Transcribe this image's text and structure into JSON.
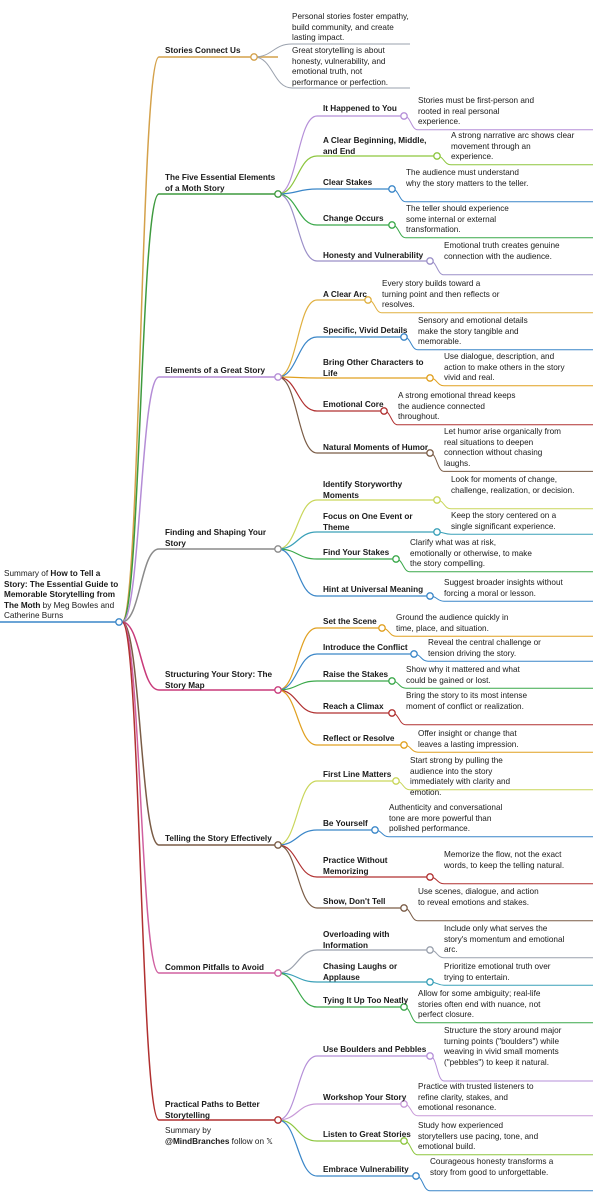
{
  "root": {
    "prefix": "Summary of ",
    "title": "How to Tell a Story: The Essential Guide to Memorable Storytelling from The Moth",
    "by": " by Meg Bowles and Catherine Burns"
  },
  "credit": {
    "prefix": "Summary by",
    "handle": "@MindBranches",
    "follow": " follow on 𝕏"
  },
  "branches": [
    {
      "label": "Stories Connect Us",
      "color": "#d4a14a",
      "notes": [
        {
          "text": "Personal stories foster empathy, build community, and create lasting impact.",
          "color": "#9aa1ad"
        },
        {
          "text": "Great storytelling is about honesty, vulnerability, and emotional truth, not performance or perfection.",
          "color": "#9aa1ad"
        }
      ]
    },
    {
      "label": "The Five Essential Elements of a Moth Story",
      "color": "#3e9a3e",
      "items": [
        {
          "label": "It Happened to You",
          "note": "Stories must be first-person and rooted in real personal experience.",
          "color": "#b58fd8"
        },
        {
          "label": "A Clear Beginning, Middle, and End",
          "note": "A strong narrative arc shows clear movement through an experience.",
          "color": "#8dc63f"
        },
        {
          "label": "Clear Stakes",
          "note": "The audience must understand why the story matters to the teller.",
          "color": "#3a86c8"
        },
        {
          "label": "Change Occurs",
          "note": "The teller should experience some internal or external transformation.",
          "color": "#3aa84a"
        },
        {
          "label": "Honesty and Vulnerability",
          "note": "Emotional truth creates genuine connection with the audience.",
          "color": "#9b8fc8"
        }
      ]
    },
    {
      "label": "Elements of a Great Story",
      "color": "#b48cd6",
      "items": [
        {
          "label": "A Clear Arc",
          "note": "Every story builds toward a turning point and then reflects or resolves.",
          "color": "#e0b040"
        },
        {
          "label": "Specific, Vivid Details",
          "note": "Sensory and emotional details make the story tangible and memorable.",
          "color": "#3a86c8"
        },
        {
          "label": "Bring Other Characters to Life",
          "note": "Use dialogue, description, and action to make others in the story vivid and real.",
          "color": "#e0a020"
        },
        {
          "label": "Emotional Core",
          "note": "A strong emotional thread keeps the audience connected throughout.",
          "color": "#b03030"
        },
        {
          "label": "Natural Moments of Humor",
          "note": "Let humor arise organically from real situations to deepen connection without chasing laughs.",
          "color": "#7a5c46"
        }
      ]
    },
    {
      "label": "Finding and Shaping Your Story",
      "color": "#8a8a8a",
      "items": [
        {
          "label": "Identify Storyworthy Moments",
          "note": "Look for moments of change, challenge, realization, or decision.",
          "color": "#c9d65a"
        },
        {
          "label": "Focus on One Event or Theme",
          "note": "Keep the story centered on a single significant experience.",
          "color": "#3aa0b8"
        },
        {
          "label": "Find Your Stakes",
          "note": "Clarify what was at risk, emotionally or otherwise, to make the story compelling.",
          "color": "#3aa84a"
        },
        {
          "label": "Hint at Universal Meaning",
          "note": "Suggest broader insights without forcing a moral or lesson.",
          "color": "#3a86c8"
        }
      ]
    },
    {
      "label": "Structuring Your Story: The Story Map",
      "color": "#c83a7a",
      "items": [
        {
          "label": "Set the Scene",
          "note": "Ground the audience quickly in time, place, and situation.",
          "color": "#e0a020"
        },
        {
          "label": "Introduce the Conflict",
          "note": "Reveal the central challenge or tension driving the story.",
          "color": "#3a86c8"
        },
        {
          "label": "Raise the Stakes",
          "note": "Show why it mattered and what could be gained or lost.",
          "color": "#3aa84a"
        },
        {
          "label": "Reach a Climax",
          "note": "Bring the story to its most intense moment of conflict or realization.",
          "color": "#b03030"
        },
        {
          "label": "Reflect or Resolve",
          "note": "Offer insight or change that leaves a lasting impression.",
          "color": "#e0a020"
        }
      ]
    },
    {
      "label": "Telling the Story Effectively",
      "color": "#7a5c46",
      "items": [
        {
          "label": "First Line Matters",
          "note": "Start strong by pulling the audience into the story immediately with clarity and emotion.",
          "color": "#c9d65a"
        },
        {
          "label": "Be Yourself",
          "note": "Authenticity and conversational tone are more powerful than polished performance.",
          "color": "#3a86c8"
        },
        {
          "label": "Practice Without Memorizing",
          "note": "Memorize the flow, not the exact words, to keep the telling natural.",
          "color": "#b03030"
        },
        {
          "label": "Show, Don't Tell",
          "note": "Use scenes, dialogue, and action to reveal emotions and stakes.",
          "color": "#7a5c46"
        }
      ]
    },
    {
      "label": "Common Pitfalls to Avoid",
      "color": "#d060a0",
      "items": [
        {
          "label": "Overloading with Information",
          "note": "Include only what serves the story's momentum and emotional arc.",
          "color": "#9aa1ad"
        },
        {
          "label": "Chasing Laughs or Applause",
          "note": "Prioritize emotional truth over trying to entertain.",
          "color": "#3aa0b8"
        },
        {
          "label": "Tying It Up Too Neatly",
          "note": "Allow for some ambiguity; real-life stories often end with nuance, not perfect closure.",
          "color": "#3aa84a"
        }
      ]
    },
    {
      "label": "Practical Paths to Better Storytelling",
      "color": "#b03030",
      "items": [
        {
          "label": "Use Boulders and Pebbles",
          "note": "Structure the story around major turning points (\"boulders\") while weaving in vivid small moments (\"pebbles\") to keep it natural.",
          "color": "#b58fd8"
        },
        {
          "label": "Workshop Your Story",
          "note": "Practice with trusted listeners to refine clarity, stakes, and emotional resonance.",
          "color": "#c89ad8"
        },
        {
          "label": "Listen to Great Stories",
          "note": "Study how experienced storytellers use pacing, tone, and emotional build.",
          "color": "#8dc63f"
        },
        {
          "label": "Embrace Vulnerability",
          "note": "Courageous honesty transforms a story from good to unforgettable.",
          "color": "#3a86c8"
        }
      ]
    }
  ]
}
